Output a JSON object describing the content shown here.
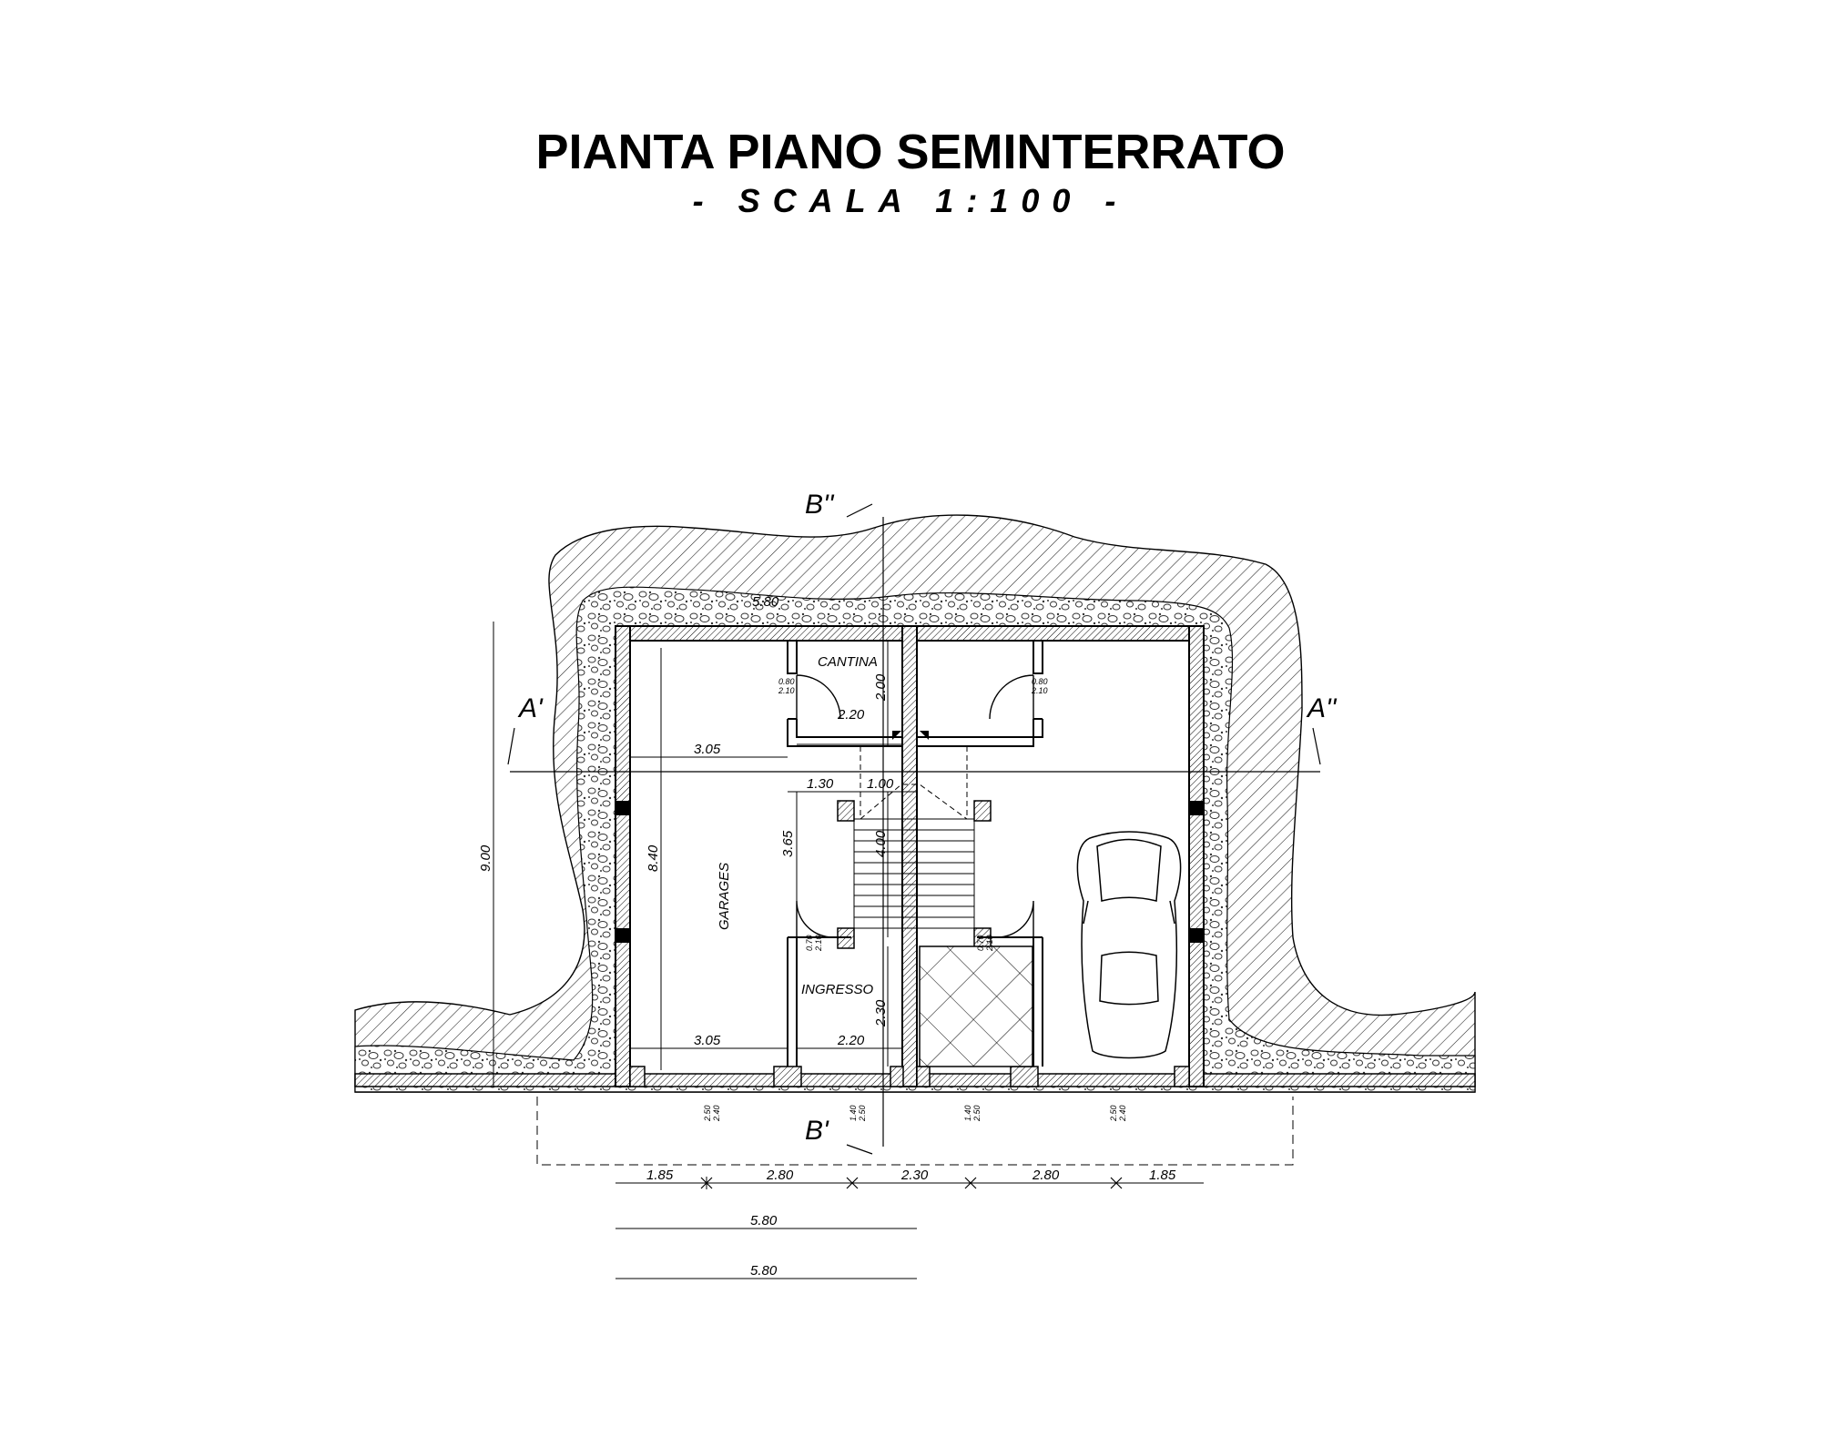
{
  "title": "PIANTA PIANO SEMINTERRATO",
  "subtitle": "- SCALA 1:100 -",
  "section_marks": {
    "b_top": "B''",
    "b_bottom": "B'",
    "a_left": "A'",
    "a_right": "A''"
  },
  "rooms": {
    "cantina": "CANTINA",
    "garages": "GARAGES",
    "ingresso": "INGRESSO"
  },
  "dimensions": {
    "top_width": "5.80",
    "overall_height": "9.00",
    "inner_height": "8.40",
    "cantina_depth": "2.00",
    "cantina_width": "2.20",
    "garage_upper_width": "3.05",
    "stair_left": "1.30",
    "stair_right": "1.00",
    "stair_height": "3.65",
    "stair_run": "4.00",
    "ingresso_depth": "2.30",
    "garage_lower_width": "3.05",
    "ingresso_width": "2.20",
    "bottom_chain": [
      "1.85",
      "2.80",
      "2.30",
      "2.80",
      "1.85"
    ],
    "half_width_1": "5.80",
    "half_width_2": "5.80"
  },
  "openings": {
    "cantina_door_left": [
      "0.80",
      "2.10"
    ],
    "cantina_door_right": [
      "0.80",
      "2.10"
    ],
    "ingresso_door_left": [
      "0.70",
      "2.10"
    ],
    "ingresso_door_right": [
      "0.70",
      "2.10"
    ],
    "front_1": [
      "2.50",
      "2.40"
    ],
    "front_2": [
      "1.40",
      "2.50"
    ],
    "front_3": [
      "1.40",
      "2.50"
    ],
    "front_4": [
      "2.50",
      "2.40"
    ]
  }
}
